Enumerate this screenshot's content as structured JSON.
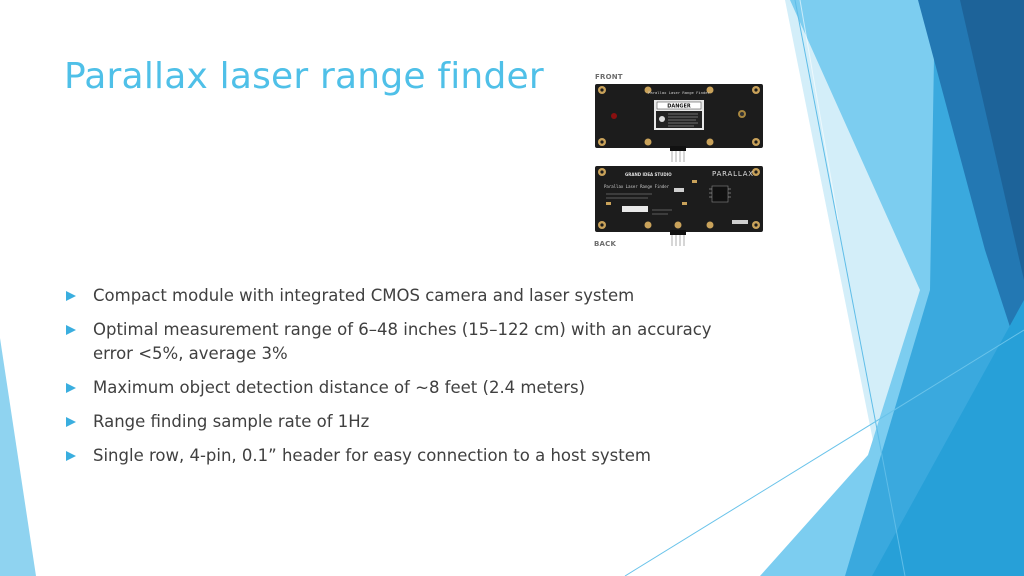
{
  "slide": {
    "title": "Parallax laser range finder",
    "image": {
      "front_label": "FRONT",
      "back_label": "BACK",
      "front_board_text": "Parallax Laser Range Finder",
      "danger_text": "DANGER",
      "back_board_text": "Parallax Laser Range Finder",
      "back_logo_text": "GRAND IDEA STUDIO",
      "brand_text": "PARALLAX"
    },
    "bullets": [
      "Compact module with integrated CMOS camera and laser system",
      "Optimal measurement range of 6–48 inches (15–122 cm) with an accuracy error <5%, average 3%",
      "Maximum object detection distance of ~8 feet (2.4 meters)",
      "Range finding sample rate of 1Hz",
      "Single row, 4-pin, 0.1” header for easy connection to a host system"
    ]
  },
  "colors": {
    "title": "#4fc0e8",
    "bullet_marker": "#3aaedf",
    "body_text": "#404040",
    "board": "#1c1c1c",
    "accent_dark": "#1f6fa8",
    "accent_light": "#8dd3f0"
  }
}
